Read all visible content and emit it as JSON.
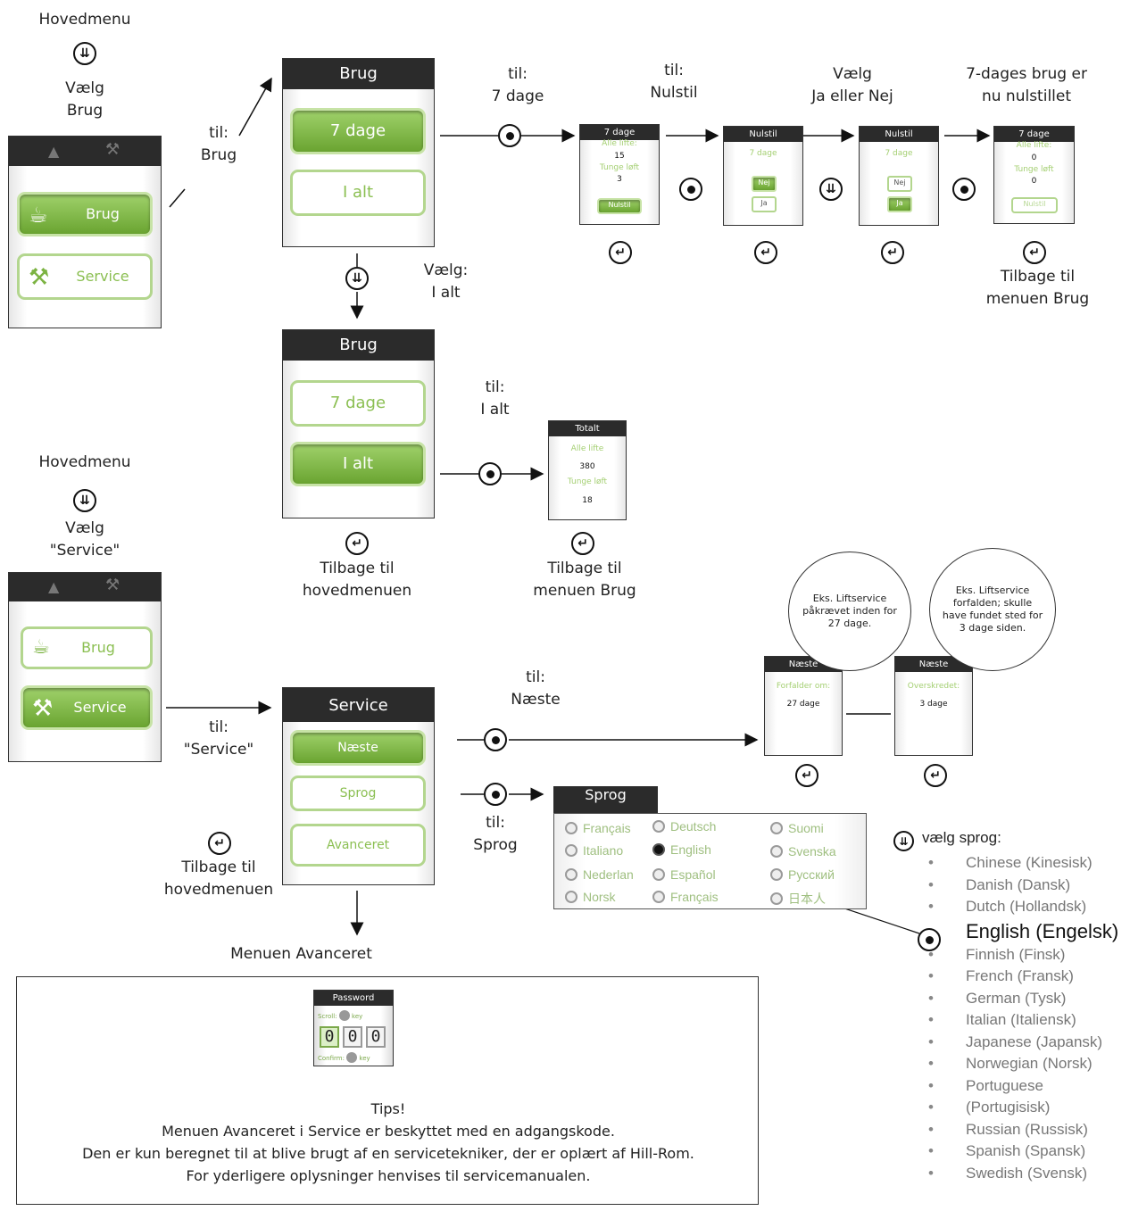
{
  "labels": {
    "hovedmenu1": "Hovedmenu",
    "vaelg_brug": [
      "Vælg",
      "Brug"
    ],
    "til_brug": [
      "til:",
      "Brug"
    ],
    "til_7dage": [
      "til:",
      "7 dage"
    ],
    "til_nulstil": [
      "til:",
      "Nulstil"
    ],
    "vaelg_ja_nej": [
      "Vælg",
      "Ja eller Nej"
    ],
    "nulstillet": [
      "7-dages brug er",
      "nu nulstillet"
    ],
    "tilbage_brug_1": [
      "Tilbage til",
      "menuen Brug"
    ],
    "vaelg_i_alt": [
      "Vælg:",
      "I alt"
    ],
    "til_i_alt": [
      "til:",
      "I alt"
    ],
    "tilbage_hoved_1": [
      "Tilbage til",
      "hovedmenuen"
    ],
    "tilbage_brug_2": [
      "Tilbage til",
      "menuen Brug"
    ],
    "hovedmenu2": "Hovedmenu",
    "vaelg_service": [
      "Vælg",
      "\"Service\""
    ],
    "til_service": [
      "til:",
      "\"Service\""
    ],
    "til_naeste": [
      "til:",
      "Næste"
    ],
    "til_sprog": [
      "til:",
      "Sprog"
    ],
    "tilbage_hoved_2": [
      "Tilbage til",
      "hovedmenuen"
    ],
    "menuen_avanceret": "Menuen Avanceret",
    "vaelg_sprog": "vælg sprog:"
  },
  "main_menu": {
    "brug": "Brug",
    "service": "Service"
  },
  "brug_menu": {
    "title": "Brug",
    "seven": "7 dage",
    "total": "I alt"
  },
  "screens": {
    "s7": {
      "title": "7 dage",
      "l1": "Alle lifte:",
      "v1": "15",
      "l2": "Tunge løft",
      "v2": "3",
      "btn": "Nulstil"
    },
    "n1": {
      "title": "Nulstil",
      "sub": "7 dage",
      "nej": "Nej",
      "ja": "Ja"
    },
    "n2": {
      "title": "Nulstil",
      "sub": "7 dage",
      "nej": "Nej",
      "ja": "Ja"
    },
    "s7b": {
      "title": "7 dage",
      "l1": "Alle lifte:",
      "v1": "0",
      "l2": "Tunge løft",
      "v2": "0",
      "btn": "Nulstil"
    },
    "tot": {
      "title": "Totalt",
      "l1": "Alle lifte",
      "v1": "380",
      "l2": "Tunge løft",
      "v2": "18"
    },
    "nx1": {
      "title": "Næste",
      "l1": "Forfalder om:",
      "v1": "27 dage"
    },
    "nx2": {
      "title": "Næste",
      "l1": "Overskredet:",
      "v1": "3 dage"
    }
  },
  "service_menu": {
    "title": "Service",
    "next": "Næste",
    "lang": "Sprog",
    "adv": "Avanceret"
  },
  "notes": {
    "c1": "Eks. Liftservice påkrævet inden for 27 dage.",
    "c2": "Eks. Liftservice forfalden; skulle have fundet sted for 3 dage siden."
  },
  "sprog_panel": {
    "title": "Sprog",
    "options": [
      "Français",
      "Deutsch",
      "Suomi",
      "Italiano",
      "English",
      "Svenska",
      "Nederlan",
      "Español",
      "Русский",
      "Norsk",
      "Français",
      "日本人"
    ]
  },
  "languages": [
    "Chinese (Kinesisk)",
    "Danish (Dansk)",
    "Dutch (Hollandsk)",
    "English (Engelsk)",
    "Finnish (Finsk)",
    "French (Fransk)",
    "German (Tysk)",
    "Italian (Italiensk)",
    "Japanese (Japansk)",
    "Norwegian (Norsk)",
    "Portuguese",
    "(Portugisisk)",
    "Russian (Russisk)",
    "Spanish (Spansk)",
    "Swedish (Svensk)"
  ],
  "password": {
    "title": "Password",
    "scroll": "Scroll:",
    "key": "key",
    "digits": [
      "0",
      "0",
      "0"
    ],
    "confirm": "Confirm:",
    "key2": "key"
  },
  "tips": {
    "title": "Tips!",
    "l1": "Menuen Avanceret i Service er beskyttet med en adgangskode.",
    "l2": "Den er kun beregnet til at blive brugt af en servicetekniker, der er oplært af Hill-Rom.",
    "l3": "For yderligere oplysninger henvises til servicemanualen."
  }
}
